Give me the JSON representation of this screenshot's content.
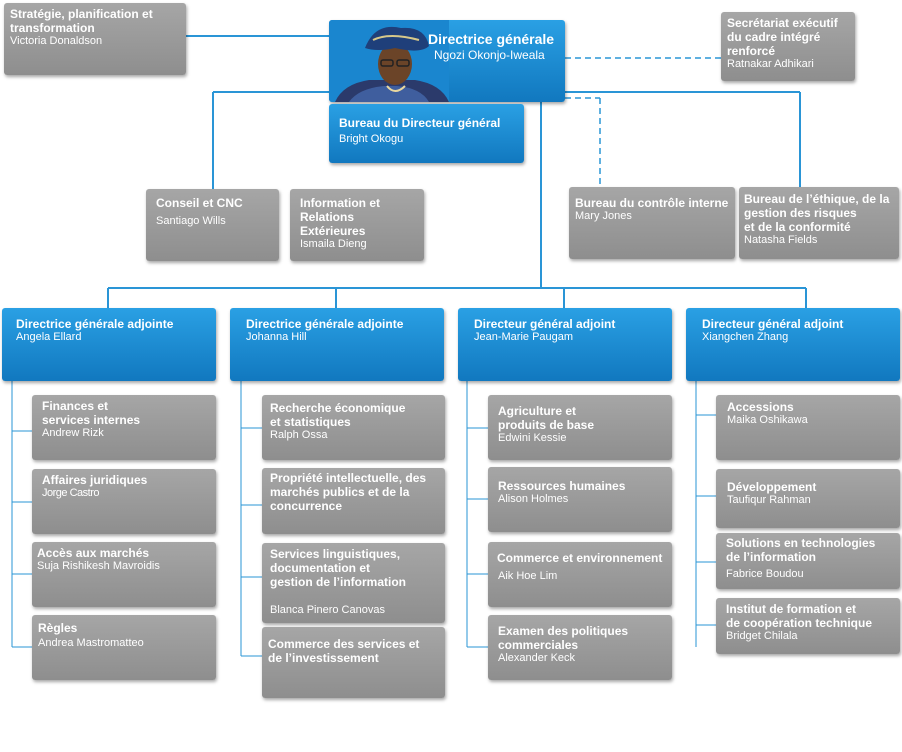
{
  "director_general": {
    "title": "Directrice générale",
    "name": "Ngozi Okonjo-Iweala"
  },
  "top_left": {
    "title": "Stratégie, planification et\ntransformation",
    "name": "Victoria Donaldson"
  },
  "top_right": {
    "title": "Secrétariat exécutif\ndu cadre intégré\nrenforcé",
    "name": "Ratnakar Adhikari"
  },
  "dg_office": {
    "title": "Bureau du Directeur général",
    "name": "Bright Okogu"
  },
  "row2": [
    {
      "title": "Conseil et CNC",
      "name": "Santiago Wills"
    },
    {
      "title": "Information et\nRelations Extérieures",
      "name": "Ismaila Dieng"
    },
    {
      "title": "Bureau du contrôle interne",
      "name": "Mary Jones"
    },
    {
      "title": "Bureau de l’éthique, de la\ngestion des risques\net de la conformité",
      "name": "Natasha Fields"
    }
  ],
  "deputies": [
    {
      "title": "Directrice générale adjointe",
      "name": "Angela Ellard",
      "units": [
        {
          "title": "Finances et\nservices internes",
          "name": "Andrew Rizk"
        },
        {
          "title": "Affaires juridiques",
          "name": "Jorge Castro"
        },
        {
          "title": "Accès aux marchés",
          "name": "Suja Rishikesh Mavroidis"
        },
        {
          "title": "Règles",
          "name": "Andrea Mastromatteo"
        }
      ]
    },
    {
      "title": "Directrice générale adjointe",
      "name": "Johanna Hill",
      "units": [
        {
          "title": "Recherche économique\net statistiques",
          "name": "Ralph Ossa"
        },
        {
          "title": "Propriété intellectuelle, des\nmarchés publics et de la\nconcurrence",
          "name": ""
        },
        {
          "title": "Services linguistiques,\ndocumentation et\ngestion de l’information",
          "name": "Blanca Pinero Canovas"
        },
        {
          "title": "Commerce des services et\nde l’investissement",
          "name": ""
        }
      ]
    },
    {
      "title": "Directeur général adjoint",
      "name": "Jean-Marie Paugam",
      "units": [
        {
          "title": "Agriculture et\nproduits de base",
          "name": "Edwini Kessie"
        },
        {
          "title": "Ressources humaines",
          "name": "Alison Holmes"
        },
        {
          "title": "Commerce et environnement",
          "name": "Aik Hoe Lim"
        },
        {
          "title": "Examen des politiques\ncommerciales",
          "name": "Alexander Keck"
        }
      ]
    },
    {
      "title": "Directeur général adjoint",
      "name": "Xiangchen Zhang",
      "units": [
        {
          "title": "Accessions",
          "name": "Maika Oshikawa"
        },
        {
          "title": "Développement",
          "name": "Taufiqur Rahman"
        },
        {
          "title": "Solutions en technologies\nde l’information",
          "name": "Fabrice Boudou"
        },
        {
          "title": "Institut de formation et\nde coopération technique",
          "name": "Bridget Chilala"
        }
      ]
    }
  ]
}
